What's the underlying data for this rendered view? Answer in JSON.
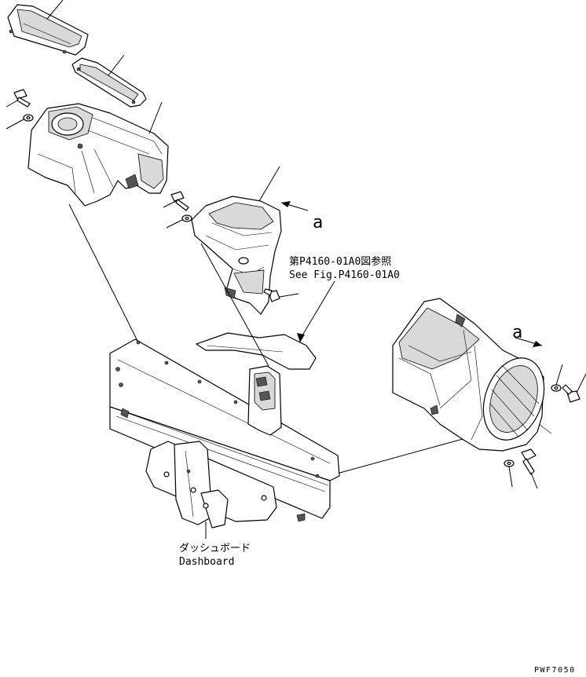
{
  "labels": {
    "ref_jp": "第P4160-01A0図参照",
    "ref_en": "See Fig.P4160-01A0",
    "view_a_left": "a",
    "view_a_right": "a",
    "dashboard_jp": "ダッシュボード",
    "dashboard_en": "Dashboard",
    "drawing_code": "PWF7050"
  }
}
